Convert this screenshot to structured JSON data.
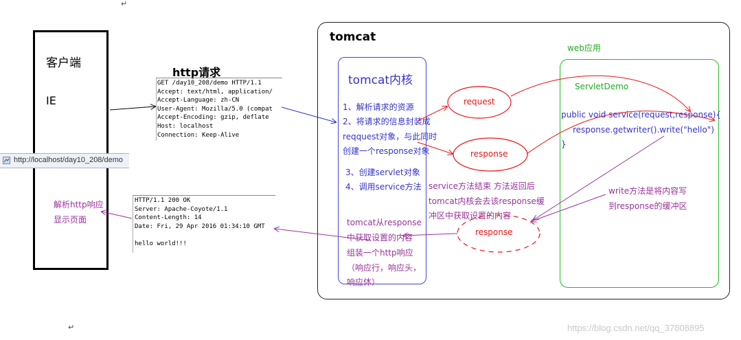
{
  "client": {
    "title": "客户端",
    "browser": "IE",
    "parse_line1": "解析http响应",
    "parse_line2": "显示页面"
  },
  "address_bar": {
    "url": "http://localhost/day10_208/demo"
  },
  "http_request": {
    "title": "http请求",
    "lines": [
      "GET /day10_208/demo HTTP/1.1",
      "Accept: text/html, application/",
      "Accept-Language: zh-CN",
      "User-Agent: Mozilla/5.0 (compat",
      "Accept-Encoding: gzip, deflate",
      "Host: localhost",
      "Connection: Keep-Alive"
    ]
  },
  "http_response": {
    "lines": [
      "HTTP/1.1 200 OK",
      "Server: Apache-Coyote/1.1",
      "Content-Length: 14",
      "Date: Fri, 29 Apr 2016 01:34:10 GMT",
      "",
      "hello world!!!"
    ]
  },
  "tomcat": {
    "label": "tomcat",
    "kernel_title": "tomcat内核",
    "steps": [
      "1、解析请求的资源",
      "2、将请求的信息封装成",
      "reqquest对象，与此同时",
      "创建一个response对象",
      "3、创建servlet对象",
      "4、调用service方法"
    ],
    "assemble": [
      "tomcat从response",
      "中获取设置的内容",
      "组装一个http响应",
      "（响应行，响应头，",
      "响应体）"
    ],
    "request_ellipse": "request",
    "response_ellipse": "response",
    "response_buffer": "response",
    "service_note": [
      "service方法结束 方法返回后",
      "tomcat内核会去该response缓",
      "冲区中获取设置的内容"
    ]
  },
  "web_app": {
    "label": "web应用",
    "servlet_name": "ServletDemo",
    "code": [
      "public void service(request,response){",
      "response.getwriter().write(\"hello\")",
      "}"
    ],
    "write_note": [
      "write方法是将内容写",
      "到response的缓冲区"
    ]
  },
  "watermark": "https://blog.csdn.net/qq_37808895",
  "colors": {
    "blue": "#3333cc",
    "purple": "#993399",
    "red": "#ee1111",
    "green": "#22bb22"
  }
}
